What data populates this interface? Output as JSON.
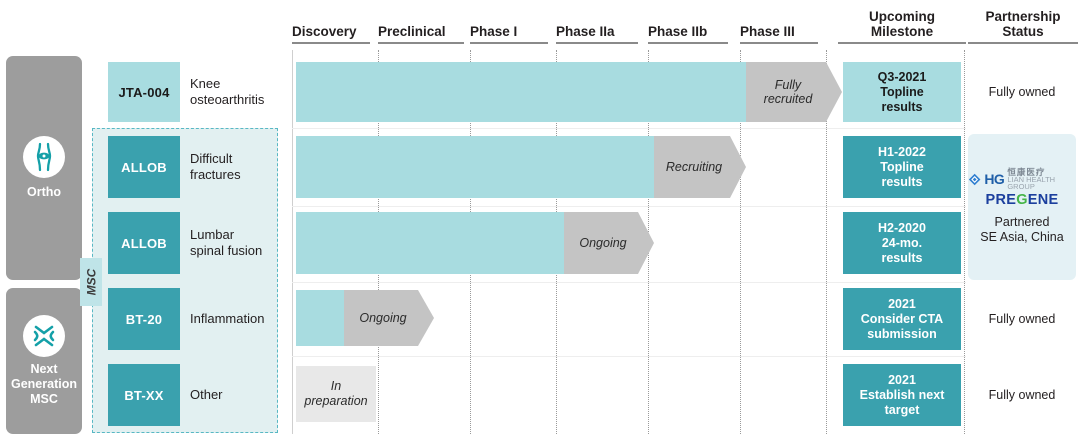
{
  "chart_data": {
    "type": "table",
    "title": "Clinical development pipeline",
    "phase_columns": [
      "Discovery",
      "Preclinical",
      "Phase I",
      "Phase IIa",
      "Phase IIb",
      "Phase III"
    ],
    "extra_columns": [
      "Upcoming Milestone",
      "Partnership Status"
    ],
    "categories": [
      {
        "label": "Ortho",
        "icon": "knee-joint-icon",
        "rows": 3
      },
      {
        "label": "Next Generation MSC",
        "icon": "stem-cell-icon",
        "rows": 2
      }
    ],
    "group_label": "MSC",
    "rows": [
      {
        "product": "JTA-004",
        "product_style": "light",
        "indication": "Knee osteoarthritis",
        "progress_through": "Phase IIb",
        "status": "Fully recruited",
        "milestone": "Q3-2021 Topline results",
        "milestone_style": "light",
        "partnership": "Fully owned"
      },
      {
        "product": "ALLOB",
        "product_style": "dark",
        "indication": "Difficult fractures",
        "progress_through": "Phase IIa",
        "status": "Recruiting",
        "milestone": "H1-2022 Topline results",
        "milestone_style": "dark",
        "partnership": "Partnered SE Asia, China"
      },
      {
        "product": "ALLOB",
        "product_style": "dark",
        "indication": "Lumbar spinal fusion",
        "progress_through": "Phase I",
        "status": "Ongoing",
        "milestone": "H2-2020 24-mo. results",
        "milestone_style": "dark",
        "partnership": "Partnered SE Asia, China"
      },
      {
        "product": "BT-20",
        "product_style": "dark",
        "indication": "Inflammation",
        "progress_through": "Discovery",
        "status": "Ongoing",
        "milestone": "2021 Consider CTA submission",
        "milestone_style": "dark",
        "partnership": "Fully owned"
      },
      {
        "product": "BT-XX",
        "product_style": "dark",
        "indication": "Other",
        "progress_through": "",
        "status": "In preparation",
        "milestone": "2021 Establish next target",
        "milestone_style": "dark",
        "partnership": "Fully owned"
      }
    ],
    "colors": {
      "bar": "#a8dce0",
      "tag_dark": "#3aa1ae",
      "tag_light": "#a8dce0",
      "status_arrow": "#c4c4c4",
      "prep_box": "#e8e8e8",
      "category_box": "#9d9d9d",
      "group_dash": "#58b8c4",
      "group_fill": "#e2f0f1",
      "partner_card": "#e4f1f5"
    }
  },
  "header": {
    "phases": [
      {
        "label": "Discovery"
      },
      {
        "label": "Preclinical"
      },
      {
        "label": "Phase I"
      },
      {
        "label": "Phase IIa"
      },
      {
        "label": "Phase IIb"
      },
      {
        "label": "Phase III"
      }
    ],
    "milestone_line1": "Upcoming",
    "milestone_line2": "Milestone",
    "partnership_line1": "Partnership",
    "partnership_line2": "Status"
  },
  "sidebar": {
    "ortho": {
      "label": "Ortho",
      "icon": "knee-joint-icon"
    },
    "nextgen": {
      "line1": "Next",
      "line2": "Generation",
      "line3": "MSC",
      "icon": "stem-cell-icon"
    },
    "msc_tab": "MSC"
  },
  "rows": {
    "r0": {
      "product": "JTA-004",
      "indication_l1": "Knee",
      "indication_l2": "osteoarthritis",
      "status": "Fully",
      "status2": "recruited",
      "m1": "Q3-2021",
      "m2": "Topline",
      "m3": "results",
      "partner": "Fully owned"
    },
    "r1": {
      "product": "ALLOB",
      "indication_l1": "Difficult",
      "indication_l2": "fractures",
      "status": "Recruiting",
      "m1": "H1-2022",
      "m2": "Topline",
      "m3": "results"
    },
    "r2": {
      "product": "ALLOB",
      "indication_l1": "Lumbar",
      "indication_l2": "spinal fusion",
      "status": "Ongoing",
      "m1": "H2-2020",
      "m2": "24-mo.",
      "m3": "results"
    },
    "r3": {
      "product": "BT-20",
      "indication_l1": "Inflammation",
      "status": "Ongoing",
      "m1": "2021",
      "m2": "Consider CTA",
      "m3": "submission",
      "partner": "Fully owned"
    },
    "r4": {
      "product": "BT-XX",
      "indication_l1": "Other",
      "status": "In",
      "status2": "preparation",
      "m1": "2021",
      "m2": "Establish next",
      "m3": "target",
      "partner": "Fully owned"
    }
  },
  "partnership": {
    "hg_text": "HG",
    "hg_cn": "恒康医疗",
    "hg_sub": "LIAN HEALTH GROUP",
    "pregene_a": "PRE",
    "pregene_g": "G",
    "pregene_b": "ENE",
    "note_l1": "Partnered",
    "note_l2": "SE Asia, China"
  }
}
